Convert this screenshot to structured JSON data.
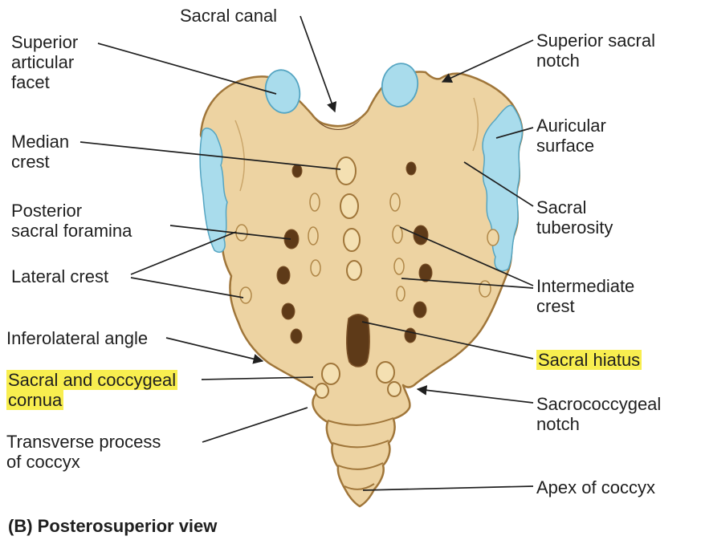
{
  "figure": {
    "caption": "(B) Posterosuperior view",
    "labels": {
      "sacral_canal": "Sacral canal",
      "superior_articular_facet": [
        "Superior",
        "articular",
        "facet"
      ],
      "superior_sacral_notch": [
        "Superior sacral",
        "notch"
      ],
      "median_crest": [
        "Median",
        "crest"
      ],
      "auricular_surface": [
        "Auricular",
        "surface"
      ],
      "posterior_sacral_foramina": [
        "Posterior",
        "sacral foramina"
      ],
      "sacral_tuberosity": [
        "Sacral",
        "tuberosity"
      ],
      "lateral_crest": "Lateral crest",
      "intermediate_crest": [
        "Intermediate",
        "crest"
      ],
      "inferolateral_angle": "Inferolateral angle",
      "sacral_hiatus": "Sacral hiatus",
      "sacral_and_coccygeal_cornua": [
        "Sacral and coccygeal",
        "cornua"
      ],
      "sacrococcygeal_notch": [
        "Sacrococcygeal",
        "notch"
      ],
      "transverse_process_of_coccyx": [
        "Transverse process",
        "of coccyx"
      ],
      "apex_of_coccyx": "Apex of coccyx"
    },
    "highlighted_labels": [
      "Sacral hiatus",
      "Sacral and coccygeal cornua"
    ],
    "colors": {
      "bone": "#EDD3A2",
      "bone_outline": "#A0763A",
      "cartilage_blue": "#A9DCEC",
      "foramen_dark": "#5E3A18",
      "highlight_yellow": "#F8EE4F",
      "leader_line": "#1F1F1F"
    }
  }
}
